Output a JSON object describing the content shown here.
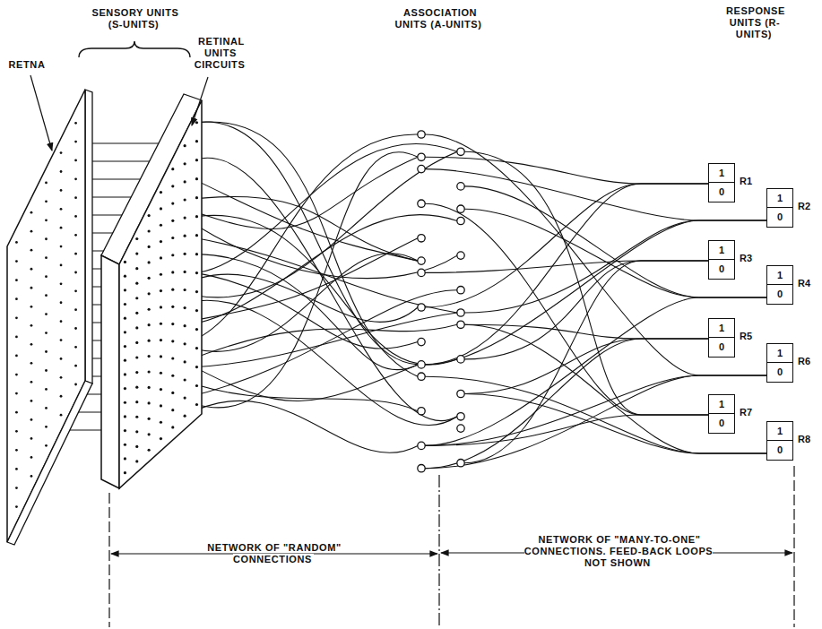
{
  "diagram": {
    "nodes": [
      {
        "text": [
          "1",
          "0",
          "R1"
        ]
      },
      {
        "text": [
          "1",
          "0",
          "R2"
        ]
      },
      {
        "text": [
          "1",
          "0",
          "R3"
        ]
      },
      {
        "text": [
          "1",
          "0",
          "R4"
        ]
      },
      {
        "text": [
          "1",
          "0",
          "R5"
        ]
      },
      {
        "text": [
          "1",
          "0",
          "R6"
        ]
      },
      {
        "text": [
          "1",
          "0",
          "R7"
        ]
      },
      {
        "text": [
          "1",
          "0",
          "R8"
        ]
      }
    ],
    "labels": [
      "SENSORY UNITS (S-UNITS)",
      "RETNA",
      "RETINAL UNITS CIRCUITS",
      "ASSOCIATION UNITS (A-UNITS)",
      "RESPONSE UNITS (R-UNITS)",
      "NETWORK OF \"RANDOM\" CONNECTIONS",
      "NETWORK OF \"MANY-TO-ONE\" CONNECTIONS. FEED-BACK LOOPS NOT SHOWN"
    ]
  }
}
